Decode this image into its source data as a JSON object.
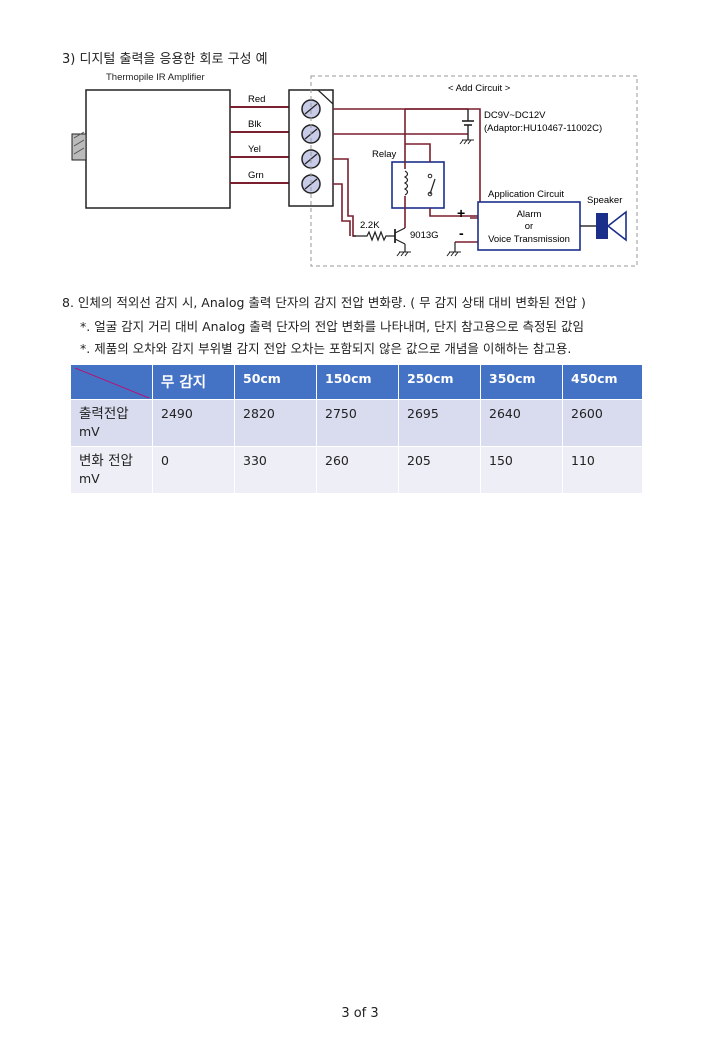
{
  "section3": {
    "title": "3) 디지털 출력을 응용한 회로 구성 예"
  },
  "circuit": {
    "amplifier_label": "Thermopile IR Amplifier",
    "wires": [
      "Red",
      "Blk",
      "Yel",
      "Grn"
    ],
    "add_circuit_label": "< Add Circuit >",
    "dc_label": "DC9V~DC12V",
    "adaptor_label": "(Adaptor:HU10467-11002C)",
    "relay_label": "Relay",
    "resistor_label": "2.2K",
    "transistor_label": "9013G",
    "plus_sign": "+",
    "minus_sign": "-",
    "app_circuit_label": "Application Circuit",
    "app_box_lines": [
      "Alarm",
      "or",
      "Voice Transmission"
    ],
    "speaker_label": "Speaker"
  },
  "section8": {
    "title": "8. 인체의 적외선 감지 시,  Analog 출력 단자의 감지 전압 변화량. ( 무 감지 상태 대비 변화된 전압 )",
    "note1": "*. 얼굴 감지 거리 대비 Analog 출력 단자의 전압 변화를 나타내며, 단지 참고용으로 측정된 값임",
    "note2": "*. 제품의 오차와 감지 부위별 감지 전압 오차는 포함되지 않은 값으로 개념을 이해하는 참고용."
  },
  "table": {
    "headers": [
      "",
      "무 감지",
      "50cm",
      "150cm",
      "250cm",
      "350cm",
      "450cm"
    ],
    "rows": [
      {
        "label": "출력전압",
        "unit": "mV",
        "values": [
          "2490",
          "2820",
          "2750",
          "2695",
          "2640",
          "2600"
        ]
      },
      {
        "label": "변화 전압",
        "unit": "mV",
        "values": [
          "0",
          "330",
          "260",
          "205",
          "150",
          "110"
        ]
      }
    ]
  },
  "footer": {
    "page": "3 of 3"
  }
}
